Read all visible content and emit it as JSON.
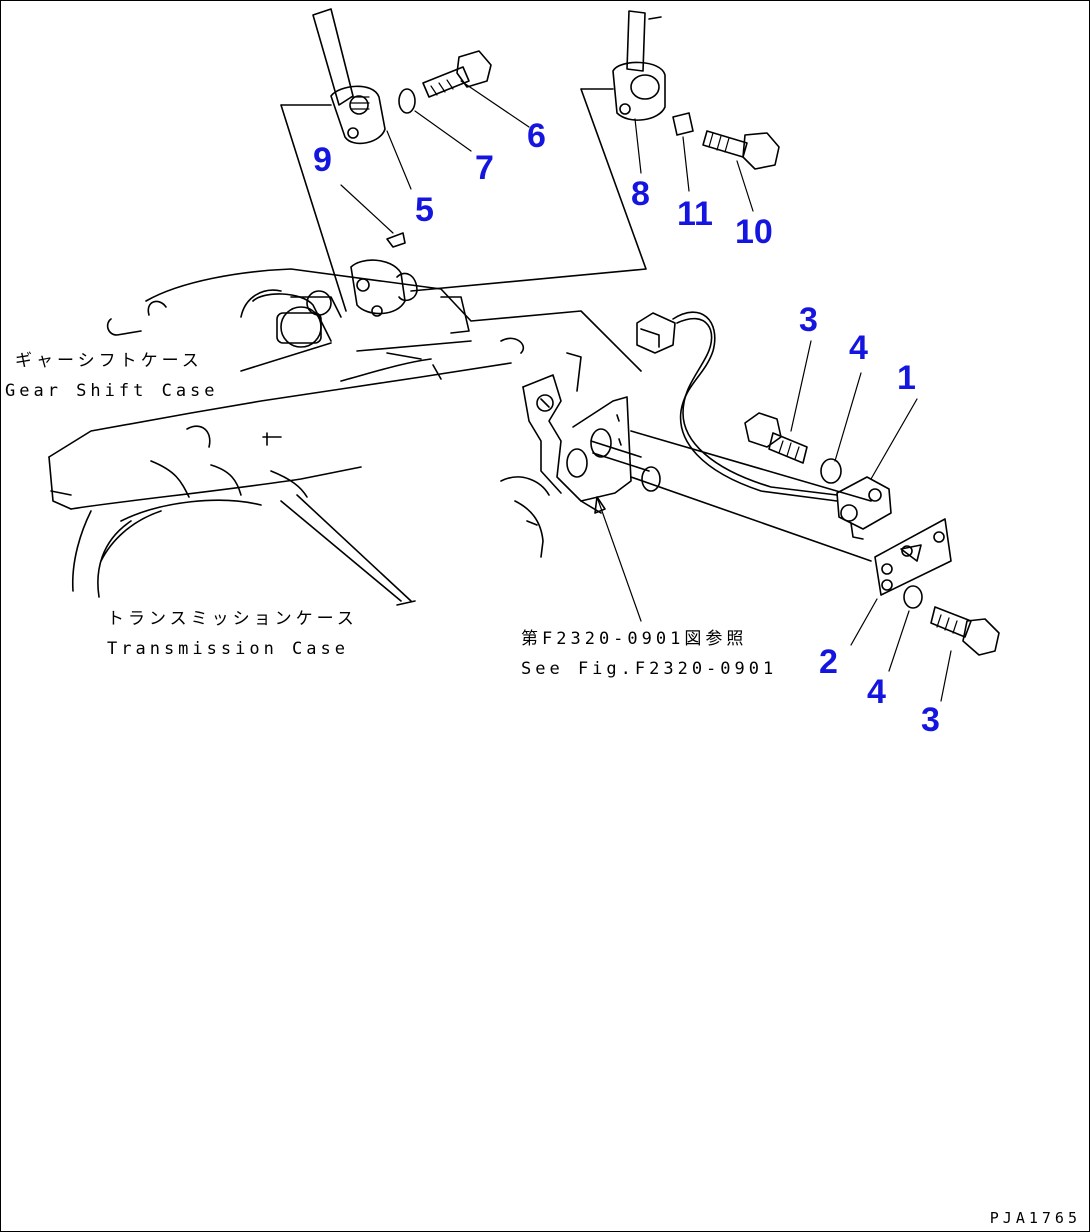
{
  "callouts": {
    "c1": "1",
    "c2": "2",
    "c3a": "3",
    "c3b": "3",
    "c4a": "4",
    "c4b": "4",
    "c5": "5",
    "c6": "6",
    "c7": "7",
    "c8": "8",
    "c9": "9",
    "c10": "10",
    "c11": "11"
  },
  "labels": {
    "gear_shift_jp": "ギャーシフトケース",
    "gear_shift_en": "Gear Shift Case",
    "transmission_jp": "トランスミッションケース",
    "transmission_en": "Transmission Case",
    "fig_ref_jp": "第F2320-0901図参照",
    "fig_ref_en": "See Fig.F2320-0901"
  },
  "figure_code": "PJA1765",
  "colors": {
    "callout": "#1515e0",
    "line": "#000000"
  }
}
